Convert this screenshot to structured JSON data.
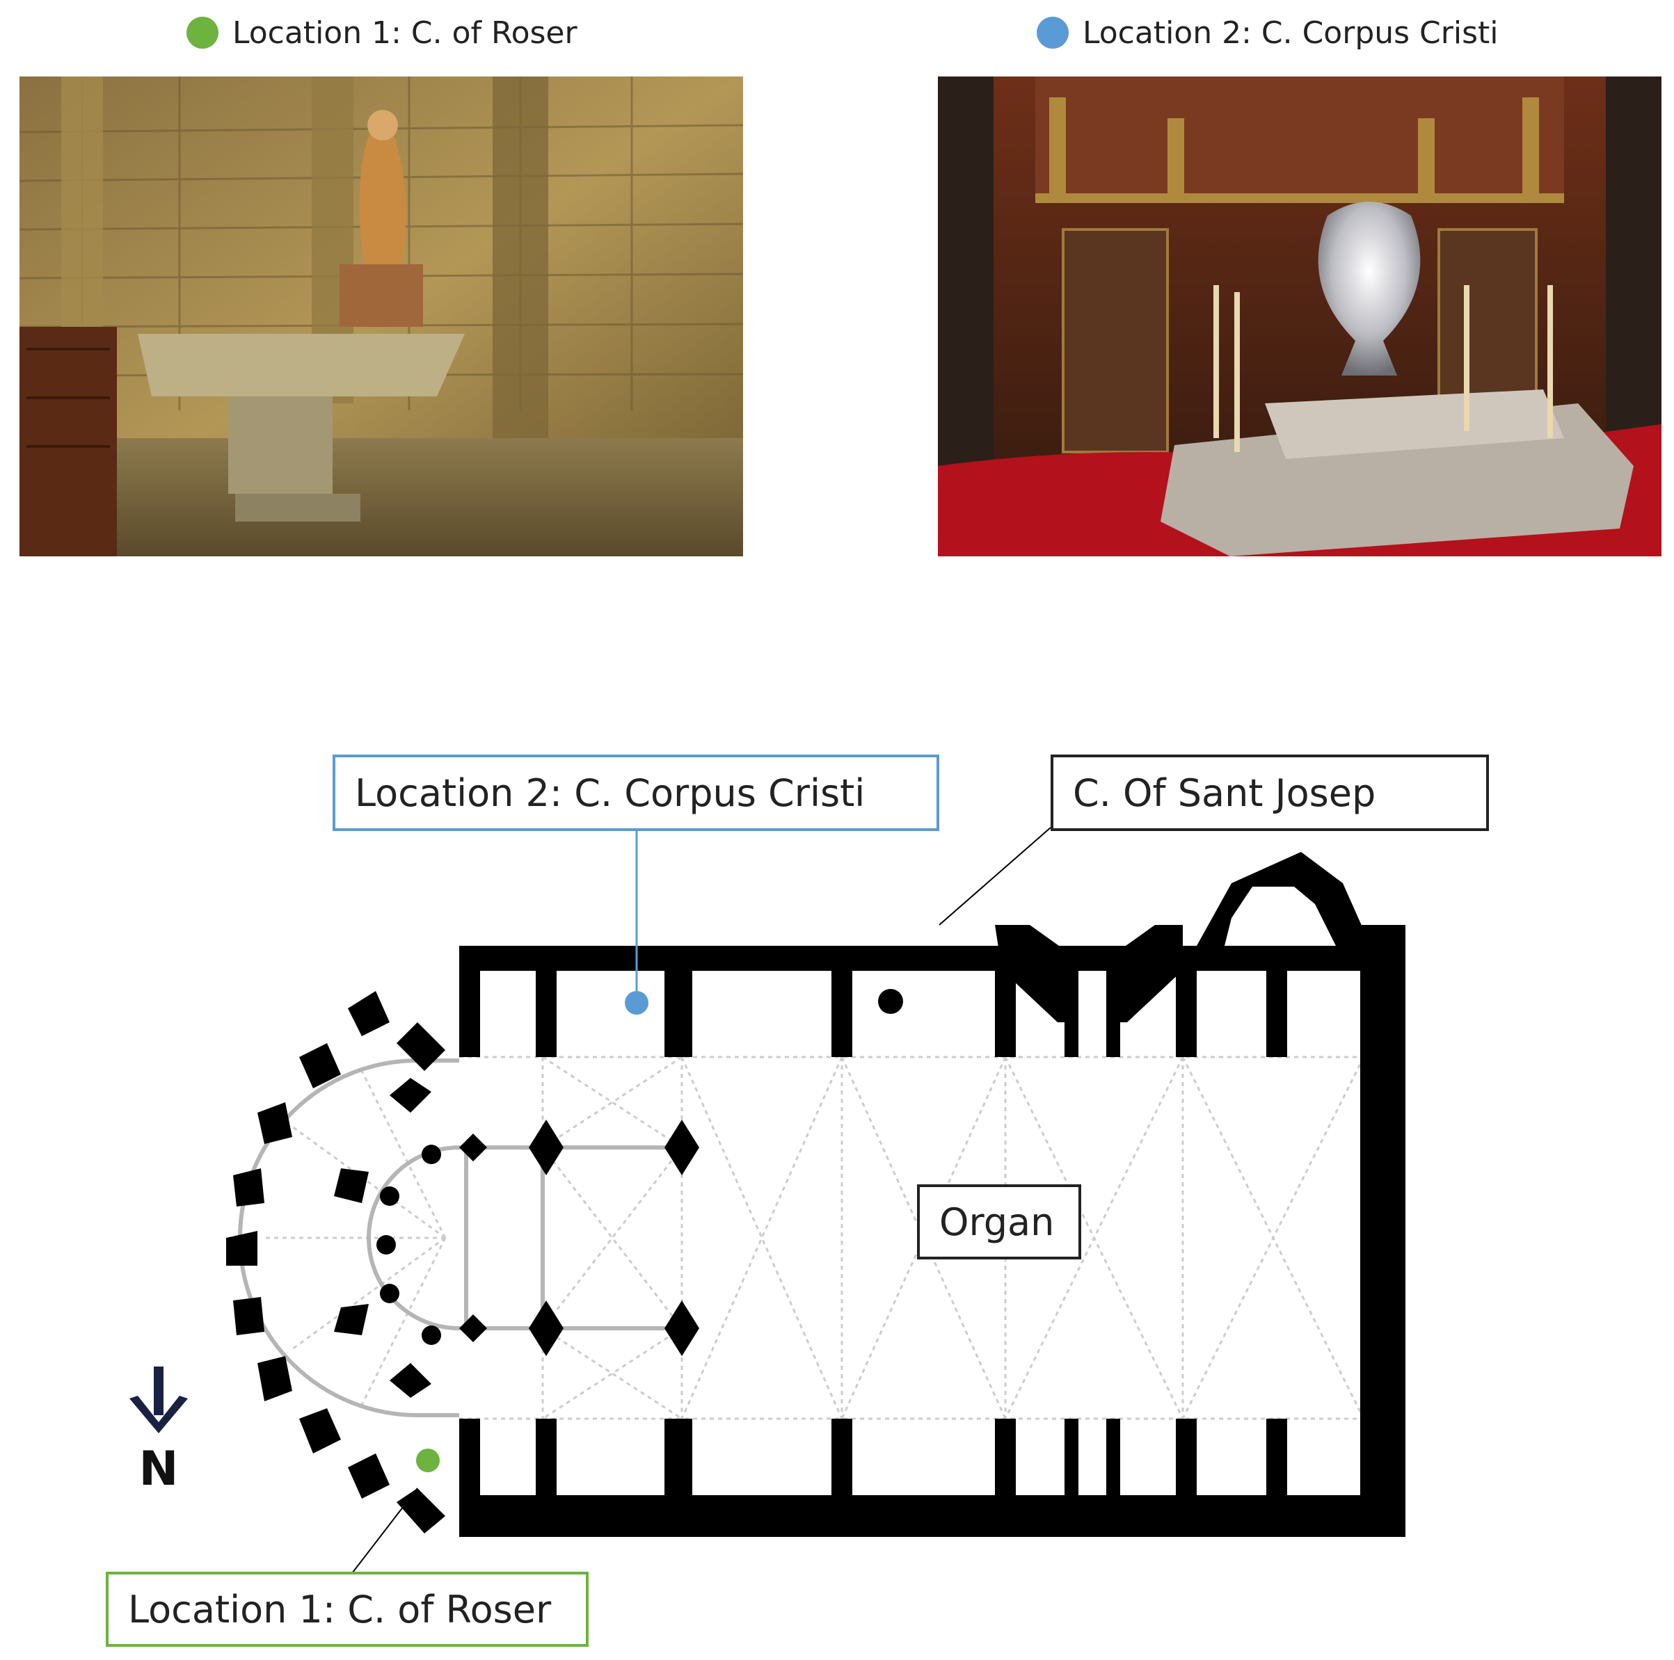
{
  "legend": {
    "location1": "Location 1: C. of Roser",
    "location2": "Location 2: C. Corpus Cristi"
  },
  "labels": {
    "location2": "Location 2: C. Corpus Cristi",
    "sant_josep": "C. Of Sant Josep",
    "organ": "Organ",
    "location1": "Location 1: C. of Roser",
    "north": "N"
  },
  "colors": {
    "location1": "#6db33f",
    "location2": "#5b9bd5",
    "plan_walls": "#000000",
    "grid_lines": "#cccccc"
  },
  "icons": {
    "north_arrow": "arrow-down-icon"
  }
}
